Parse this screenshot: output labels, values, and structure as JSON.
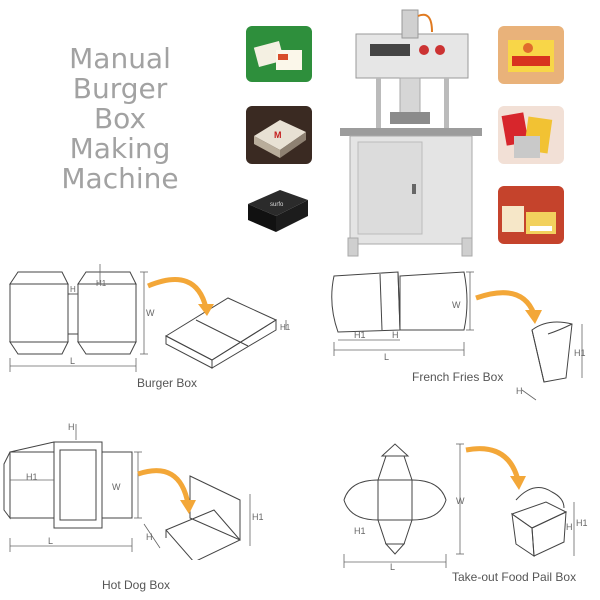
{
  "title_lines": [
    "Manual",
    "Burger",
    "Box",
    "Making",
    "Machine"
  ],
  "captions": {
    "burger": "Burger Box",
    "fries": "French Fries Box",
    "hotdog": "Hot Dog Box",
    "pail": "Take-out Food Pail Box"
  },
  "dims": {
    "burger": {
      "h": "H",
      "h1": "H1",
      "w": "W",
      "l": "L",
      "h1_box": "H1"
    },
    "fries": {
      "w": "W",
      "h1": "H1",
      "h": "H",
      "l": "L",
      "h1_box": "H1",
      "h_box": "H"
    },
    "hotdog": {
      "h": "H",
      "h1": "H1",
      "w": "W",
      "l": "L",
      "h_box": "H",
      "h1_box": "H1"
    },
    "pail": {
      "w": "W",
      "h1": "H1",
      "l": "L",
      "h_box": "H",
      "h1_box": "H1"
    }
  },
  "colors": {
    "arrow": "#f3a738",
    "line": "#444444",
    "dim": "#666666",
    "machine": "#e6e6e6"
  }
}
